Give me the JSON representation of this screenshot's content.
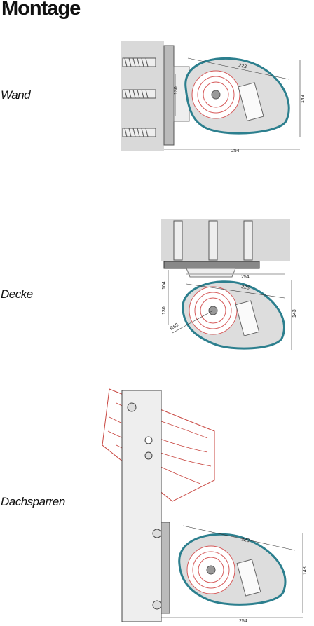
{
  "heading": "Montage",
  "sections": {
    "wand": {
      "label": "Wand",
      "dims": {
        "width_diag": "223",
        "height": "143",
        "depth": "254",
        "bracket": "130"
      }
    },
    "decke": {
      "label": "Decke",
      "dims": {
        "width_diag": "223",
        "height": "143",
        "depth": "254",
        "bracket_top": "104",
        "bracket": "130",
        "radius": "R65"
      }
    },
    "dach": {
      "label": "Dachsparren",
      "dims": {
        "width_diag": "223",
        "height": "143",
        "depth": "254"
      }
    }
  },
  "colors": {
    "cassette": "#2c7f8e",
    "fabric": "#d65a5a",
    "wall": "#d9d9d9",
    "rafter": "#c8453f"
  }
}
